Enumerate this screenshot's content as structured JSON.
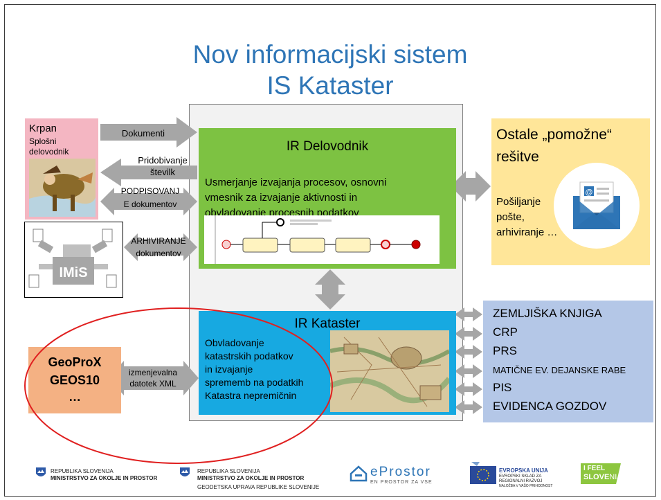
{
  "title": {
    "line1": "Nov informacijski sistem",
    "line2": "IS Kataster"
  },
  "krpan": {
    "title": "Krpan",
    "subtitle1": "Splošni",
    "subtitle2": "delovodnik"
  },
  "imis": {
    "logo_text": "IMiS"
  },
  "arrows": {
    "dokumenti": "Dokumenti",
    "pridobivanje1": "Pridobivanje",
    "pridobivanje2": "številk",
    "podpisovanje1": "PODPISOVANJ",
    "podpisovanje2": "E dokumentov",
    "arhiviranje1": "ARHIVIRANJE",
    "arhiviranje2": "dokumentov",
    "xml1": "izmenjevalna",
    "xml2": "datotek XML"
  },
  "delovodnik": {
    "heading": "IR Delovodnik",
    "text1": "Usmerjanje izvajanja procesov, osnovni",
    "text2": "vmesnik za izvajanje aktivnosti in",
    "text3": "obvladovanje procesnih podatkov"
  },
  "kataster": {
    "heading": "IR Kataster",
    "text1": "Obvladovanje",
    "text2": "katastrskih podatkov",
    "text3": "in izvajanje",
    "text4": "sprememb na podatkih",
    "text5": "Katastra nepremičnin"
  },
  "ostale": {
    "heading1": "Ostale „pomožne“",
    "heading2": "rešitve",
    "text1": "Pošiljanje",
    "text2": "pošte,",
    "text3": "arhiviranje …"
  },
  "geoprox": {
    "line1": "GeoProX",
    "line2": "GEOS10",
    "line3": "…"
  },
  "external": [
    "ZEMLJIŠKA KNJIGA",
    "CRP",
    "PRS",
    "MATIČNE EV. DEJANSKE RABE",
    "PIS",
    "EVIDENCA GOZDOV"
  ],
  "footer": {
    "ministry1_l1": "REPUBLIKA SLOVENIJA",
    "ministry1_l2": "MINISTRSTVO ZA OKOLJE IN PROSTOR",
    "ministry2_l1": "REPUBLIKA SLOVENIJA",
    "ministry2_l2": "MINISTRSTVO ZA OKOLJE IN PROSTOR",
    "ministry2_l3": "GEODETSKA UPRAVA REPUBLIKE SLOVENIJE",
    "eprostor": "eProstor",
    "eprostor_sub": "EN PROSTOR ZA VSE",
    "eu_l1": "EVROPSKA UNIJA",
    "eu_l2": "EVROPSKI SKLAD ZA",
    "eu_l3": "REGIONALNI RAZVOJ",
    "eu_l4": "NALOŽBA V VAŠO PRIHODNOST",
    "ifeel1": "I FEEL",
    "ifeel2a": "SLOVE",
    "ifeel2b": "NIA"
  },
  "colors": {
    "title": "#2e75b6",
    "green": "#7dc242",
    "blue": "#17a9e1",
    "yellow": "#ffe699",
    "pink": "#f4b6c2",
    "orange": "#f4b183",
    "lavender": "#b4c7e7",
    "arrow": "#a6a6a6",
    "ellipse": "#e02020"
  }
}
